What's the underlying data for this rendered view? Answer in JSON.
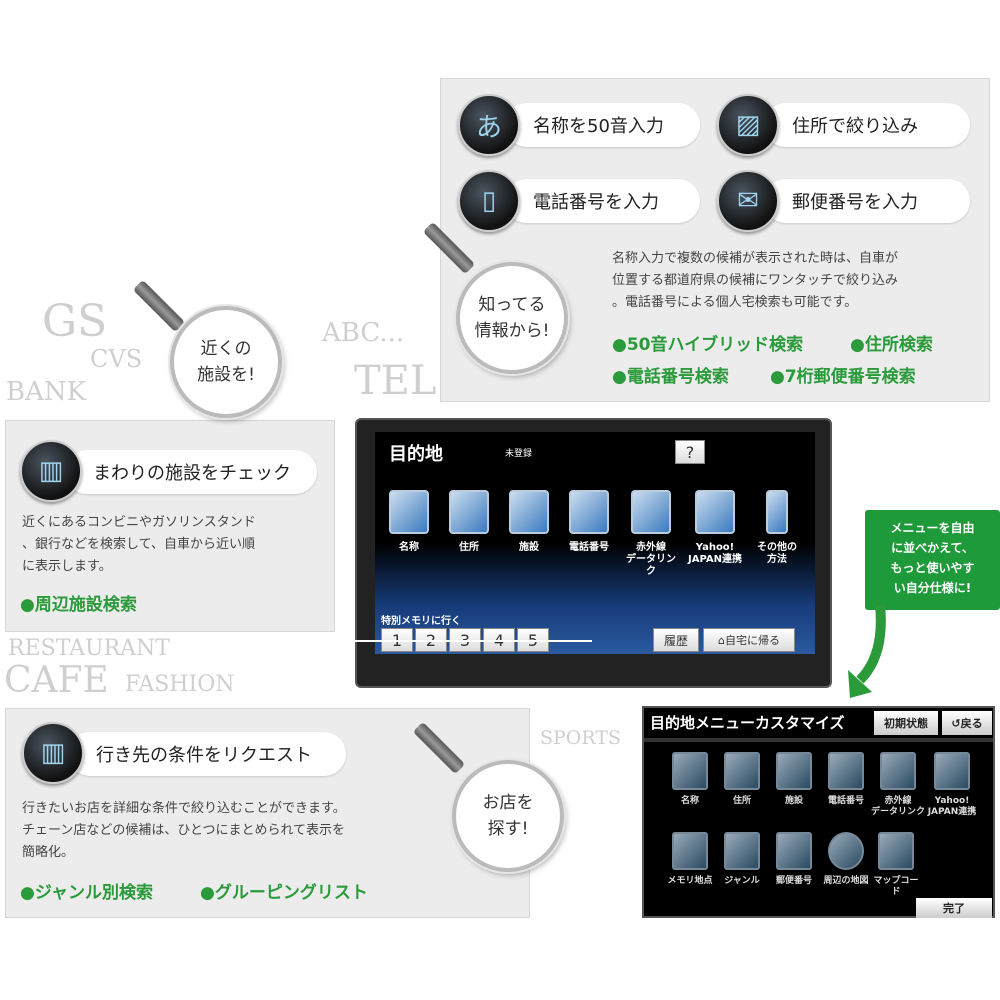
{
  "top_panel": {
    "pills": [
      {
        "label": "名称を50音入力",
        "icon": "kana-icon"
      },
      {
        "label": "住所で絞り込み",
        "icon": "map-icon"
      },
      {
        "label": "電話番号を入力",
        "icon": "phone-icon"
      },
      {
        "label": "郵便番号を入力",
        "icon": "postbox-icon"
      }
    ],
    "description": [
      "名称入力で複数の候補が表示された時は、自車が",
      "位置する都道府県の候補にワンタッチで絞り込み",
      "。電話番号による個人宅検索も可能です。"
    ],
    "features": [
      "●50音ハイブリッド検索",
      "●住所検索",
      "●電話番号検索",
      "●7桁郵便番号検索"
    ],
    "lens": [
      "知ってる",
      "情報から!"
    ]
  },
  "nearby": {
    "lens": [
      "近くの",
      "施設を!"
    ],
    "pill": "まわりの施設をチェック",
    "description": [
      "近くにあるコンビニやガソリンスタンド",
      "、銀行などを検索して、自車から近い順",
      "に表示します。"
    ],
    "feature": "●周辺施設検索"
  },
  "request": {
    "lens": [
      "お店を",
      "探す!"
    ],
    "pill": "行き先の条件をリクエスト",
    "description": [
      "行きたいお店を詳細な条件で絞り込むことができます。",
      "チェーン店などの候補は、ひとつにまとめられて表示を",
      "簡略化。"
    ],
    "features": [
      "●ジャンル別検索",
      "●グルーピングリスト"
    ]
  },
  "bg_words": [
    "GS",
    "CVS",
    "BANK",
    "ABC...",
    "TEL",
    "RESTAURANT",
    "CAFE",
    "FASHION",
    "SPORTS"
  ],
  "nav_screen": {
    "title": "目的地",
    "subtitle": "未登録",
    "help": "?",
    "menu": [
      "名称",
      "住所",
      "施設",
      "電話番号",
      "赤外線\nデータリンク",
      "Yahoo!\nJAPAN連携",
      "その他の\n方法"
    ],
    "memory_label": "特別メモリに行く",
    "memory_buttons": [
      "1",
      "2",
      "3",
      "4",
      "5"
    ],
    "history": "履歴",
    "go_home": "自宅に帰る"
  },
  "callout": [
    "メニューを自由",
    "に並べかえて、",
    "もっと使いやす",
    "い自分仕様に!"
  ],
  "callout_color": "#1e9a3a",
  "feature_color": "#2a9a3a",
  "custom_screen": {
    "title": "目的地メニューカスタマイズ",
    "reset": "初期状態",
    "back": "戻る",
    "row1": [
      "名称",
      "住所",
      "施設",
      "電話番号",
      "赤外線\nデータリンク",
      "Yahoo!\nJAPAN連携"
    ],
    "row2": [
      "メモリ地点",
      "ジャンル",
      "郵便番号",
      "周辺の地図",
      "マップコード"
    ],
    "done": "完了"
  }
}
